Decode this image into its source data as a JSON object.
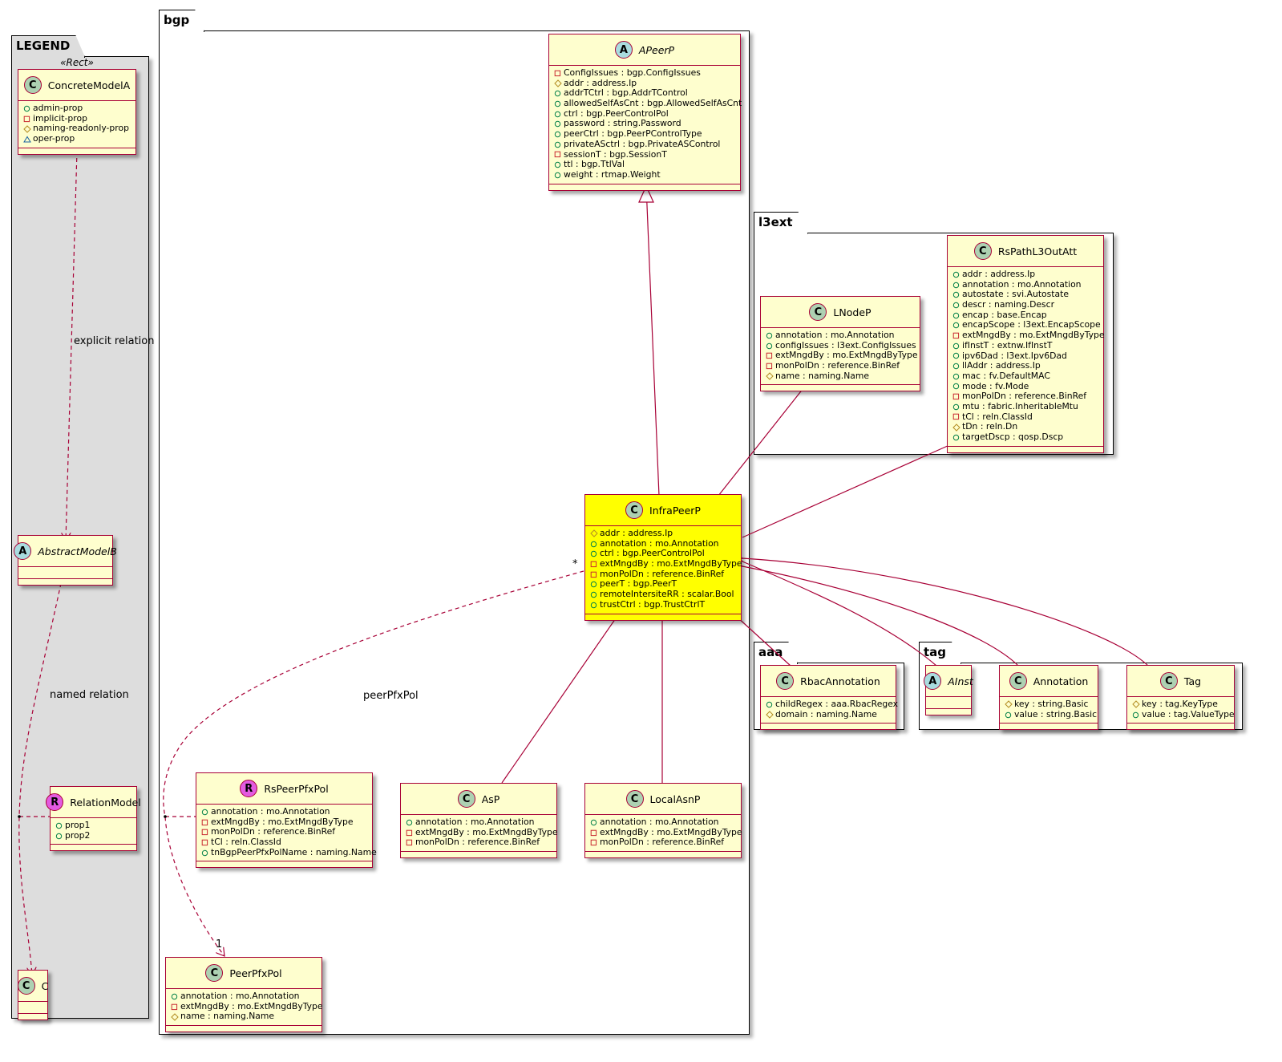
{
  "packages": {
    "legend": "LEGEND",
    "bgp": "bgp",
    "l3ext": "l3ext",
    "aaa": "aaa",
    "tag": "tag"
  },
  "legend": {
    "stereotype": "«Rect»",
    "concrete": {
      "name": "ConcreteModelA",
      "badge": "C",
      "attrs": [
        {
          "vis": "+",
          "text": "admin-prop"
        },
        {
          "vis": "-",
          "text": "implicit-prop"
        },
        {
          "vis": "#",
          "text": "naming-readonly-prop"
        },
        {
          "vis": "~",
          "text": "oper-prop"
        }
      ]
    },
    "abstract": {
      "name": "AbstractModelB",
      "badge": "A"
    },
    "relation": {
      "name": "RelationModel",
      "badge": "R",
      "attrs": [
        {
          "vis": "+",
          "text": "prop1"
        },
        {
          "vis": "+",
          "text": "prop2"
        }
      ]
    },
    "c": {
      "name": "C",
      "badge": "C"
    },
    "explicit_label": "explicit relation",
    "named_label": "named relation"
  },
  "classes": {
    "APeerP": {
      "name": "APeerP",
      "badge": "A",
      "attrs": [
        {
          "vis": "-",
          "text": "ConfigIssues : bgp.ConfigIssues"
        },
        {
          "vis": "#",
          "text": "addr : address.Ip"
        },
        {
          "vis": "+",
          "text": "addrTCtrl : bgp.AddrTControl"
        },
        {
          "vis": "+",
          "text": "allowedSelfAsCnt : bgp.AllowedSelfAsCnt"
        },
        {
          "vis": "+",
          "text": "ctrl : bgp.PeerControlPol"
        },
        {
          "vis": "+",
          "text": "password : string.Password"
        },
        {
          "vis": "+",
          "text": "peerCtrl : bgp.PeerPControlType"
        },
        {
          "vis": "+",
          "text": "privateASctrl : bgp.PrivateASControl"
        },
        {
          "vis": "-",
          "text": "sessionT : bgp.SessionT"
        },
        {
          "vis": "+",
          "text": "ttl : bgp.TtlVal"
        },
        {
          "vis": "+",
          "text": "weight : rtmap.Weight"
        }
      ]
    },
    "InfraPeerP": {
      "name": "InfraPeerP",
      "badge": "C",
      "attrs": [
        {
          "vis": "#",
          "text": "addr : address.Ip"
        },
        {
          "vis": "+",
          "text": "annotation : mo.Annotation"
        },
        {
          "vis": "+",
          "text": "ctrl : bgp.PeerControlPol"
        },
        {
          "vis": "-",
          "text": "extMngdBy : mo.ExtMngdByType"
        },
        {
          "vis": "-",
          "text": "monPolDn : reference.BinRef"
        },
        {
          "vis": "+",
          "text": "peerT : bgp.PeerT"
        },
        {
          "vis": "+",
          "text": "remoteIntersiteRR : scalar.Bool"
        },
        {
          "vis": "+",
          "text": "trustCtrl : bgp.TrustCtrlT"
        }
      ]
    },
    "RsPeerPfxPol": {
      "name": "RsPeerPfxPol",
      "badge": "R",
      "attrs": [
        {
          "vis": "+",
          "text": "annotation : mo.Annotation"
        },
        {
          "vis": "-",
          "text": "extMngdBy : mo.ExtMngdByType"
        },
        {
          "vis": "-",
          "text": "monPolDn : reference.BinRef"
        },
        {
          "vis": "-",
          "text": "tCl : reln.ClassId"
        },
        {
          "vis": "+",
          "text": "tnBgpPeerPfxPolName : naming.Name"
        }
      ]
    },
    "AsP": {
      "name": "AsP",
      "badge": "C",
      "attrs": [
        {
          "vis": "+",
          "text": "annotation : mo.Annotation"
        },
        {
          "vis": "-",
          "text": "extMngdBy : mo.ExtMngdByType"
        },
        {
          "vis": "-",
          "text": "monPolDn : reference.BinRef"
        }
      ]
    },
    "LocalAsnP": {
      "name": "LocalAsnP",
      "badge": "C",
      "attrs": [
        {
          "vis": "+",
          "text": "annotation : mo.Annotation"
        },
        {
          "vis": "-",
          "text": "extMngdBy : mo.ExtMngdByType"
        },
        {
          "vis": "-",
          "text": "monPolDn : reference.BinRef"
        }
      ]
    },
    "PeerPfxPol": {
      "name": "PeerPfxPol",
      "badge": "C",
      "attrs": [
        {
          "vis": "+",
          "text": "annotation : mo.Annotation"
        },
        {
          "vis": "-",
          "text": "extMngdBy : mo.ExtMngdByType"
        },
        {
          "vis": "#",
          "text": "name : naming.Name"
        }
      ]
    },
    "LNodeP": {
      "name": "LNodeP",
      "badge": "C",
      "attrs": [
        {
          "vis": "+",
          "text": "annotation : mo.Annotation"
        },
        {
          "vis": "+",
          "text": "configIssues : l3ext.ConfigIssues"
        },
        {
          "vis": "-",
          "text": "extMngdBy : mo.ExtMngdByType"
        },
        {
          "vis": "-",
          "text": "monPolDn : reference.BinRef"
        },
        {
          "vis": "#",
          "text": "name : naming.Name"
        }
      ]
    },
    "RsPathL3OutAtt": {
      "name": "RsPathL3OutAtt",
      "badge": "C",
      "attrs": [
        {
          "vis": "+",
          "text": "addr : address.Ip"
        },
        {
          "vis": "+",
          "text": "annotation : mo.Annotation"
        },
        {
          "vis": "+",
          "text": "autostate : svi.Autostate"
        },
        {
          "vis": "+",
          "text": "descr : naming.Descr"
        },
        {
          "vis": "+",
          "text": "encap : base.Encap"
        },
        {
          "vis": "+",
          "text": "encapScope : l3ext.EncapScope"
        },
        {
          "vis": "-",
          "text": "extMngdBy : mo.ExtMngdByType"
        },
        {
          "vis": "+",
          "text": "ifInstT : extnw.IfInstT"
        },
        {
          "vis": "+",
          "text": "ipv6Dad : l3ext.Ipv6Dad"
        },
        {
          "vis": "+",
          "text": "llAddr : address.Ip"
        },
        {
          "vis": "+",
          "text": "mac : fv.DefaultMAC"
        },
        {
          "vis": "+",
          "text": "mode : fv.Mode"
        },
        {
          "vis": "-",
          "text": "monPolDn : reference.BinRef"
        },
        {
          "vis": "+",
          "text": "mtu : fabric.InheritableMtu"
        },
        {
          "vis": "-",
          "text": "tCl : reln.ClassId"
        },
        {
          "vis": "#",
          "text": "tDn : reln.Dn"
        },
        {
          "vis": "+",
          "text": "targetDscp : qosp.Dscp"
        }
      ]
    },
    "RbacAnnotation": {
      "name": "RbacAnnotation",
      "badge": "C",
      "attrs": [
        {
          "vis": "+",
          "text": "childRegex : aaa.RbacRegex"
        },
        {
          "vis": "#",
          "text": "domain : naming.Name"
        }
      ]
    },
    "AInst": {
      "name": "AInst",
      "badge": "A",
      "attrs": []
    },
    "Annotation": {
      "name": "Annotation",
      "badge": "C",
      "attrs": [
        {
          "vis": "#",
          "text": "key : string.Basic"
        },
        {
          "vis": "+",
          "text": "value : string.Basic"
        }
      ]
    },
    "Tag": {
      "name": "Tag",
      "badge": "C",
      "attrs": [
        {
          "vis": "#",
          "text": "key : tag.KeyType"
        },
        {
          "vis": "+",
          "text": "value : tag.ValueType"
        }
      ]
    }
  },
  "edge_labels": {
    "peer_pfx_pol": "peerPfxPol",
    "many": "*",
    "one": "1"
  },
  "colors": {
    "class_fill": "#fefece",
    "class_border": "#a80036",
    "highlight_fill": "#ffff00",
    "legend_fill": "#dddddd"
  }
}
